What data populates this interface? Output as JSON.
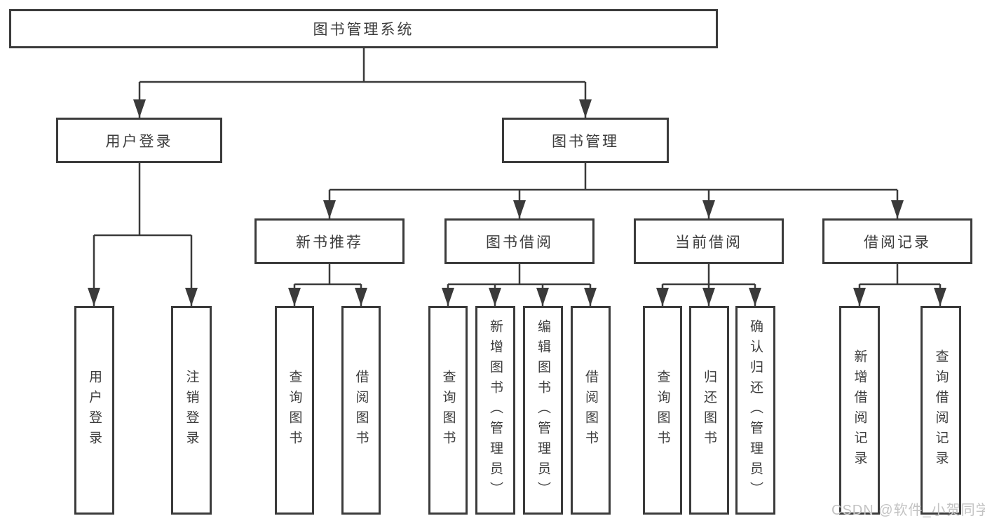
{
  "colors": {
    "line": "#3a3a3a",
    "box_border": "#3b3b3b",
    "text": "#3d3d3d",
    "box_fill": "#ffffff",
    "background": "#ffffff",
    "watermark": "#c3c3c3"
  },
  "watermark": {
    "text": "CSDN @软件_小贺同学"
  },
  "tree": {
    "root": {
      "label": "图书管理系统"
    },
    "branches": [
      {
        "label": "用户登录",
        "children": [
          {
            "label": "用户登录"
          },
          {
            "label": "注销登录"
          }
        ]
      },
      {
        "label": "图书管理",
        "children": [
          {
            "label": "新书推荐",
            "children": [
              {
                "label": "查询图书"
              },
              {
                "label": "借阅图书"
              }
            ]
          },
          {
            "label": "图书借阅",
            "children": [
              {
                "label": "查询图书"
              },
              {
                "label": "新增图书（管理员）"
              },
              {
                "label": "编辑图书（管理员）"
              },
              {
                "label": "借阅图书"
              }
            ]
          },
          {
            "label": "当前借阅",
            "children": [
              {
                "label": "查询图书"
              },
              {
                "label": "归还图书"
              },
              {
                "label": "确认归还（管理员）"
              }
            ]
          },
          {
            "label": "借阅记录",
            "children": [
              {
                "label": "新增借阅记录"
              },
              {
                "label": "查询借阅记录"
              }
            ]
          }
        ]
      }
    ]
  }
}
